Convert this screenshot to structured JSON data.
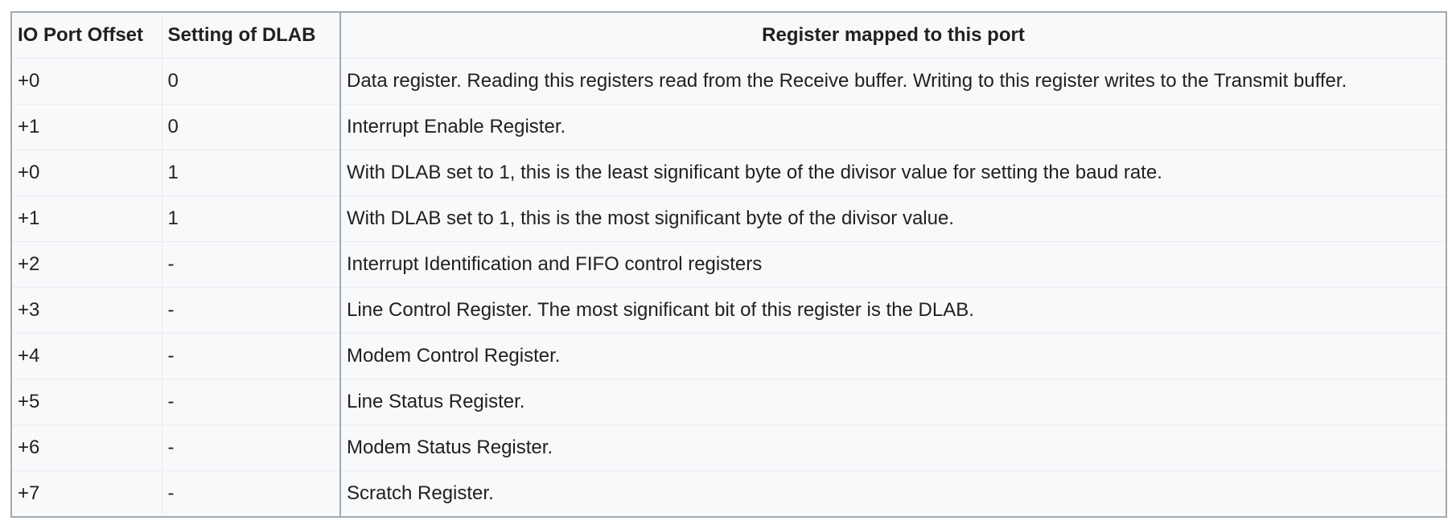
{
  "table": {
    "headers": {
      "offset": "IO Port Offset",
      "dlab": "Setting of DLAB",
      "register": "Register mapped to this port"
    },
    "rows": [
      {
        "offset": "+0",
        "dlab": "0",
        "register": "Data register. Reading this registers read from the Receive buffer. Writing to this register writes to the Transmit buffer."
      },
      {
        "offset": "+1",
        "dlab": "0",
        "register": "Interrupt Enable Register."
      },
      {
        "offset": "+0",
        "dlab": "1",
        "register": "With DLAB set to 1, this is the least significant byte of the divisor value for setting the baud rate."
      },
      {
        "offset": "+1",
        "dlab": "1",
        "register": "With DLAB set to 1, this is the most significant byte of the divisor value."
      },
      {
        "offset": "+2",
        "dlab": "-",
        "register": "Interrupt Identification and FIFO control registers"
      },
      {
        "offset": "+3",
        "dlab": "-",
        "register": "Line Control Register. The most significant bit of this register is the DLAB."
      },
      {
        "offset": "+4",
        "dlab": "-",
        "register": "Modem Control Register."
      },
      {
        "offset": "+5",
        "dlab": "-",
        "register": "Line Status Register."
      },
      {
        "offset": "+6",
        "dlab": "-",
        "register": "Modem Status Register."
      },
      {
        "offset": "+7",
        "dlab": "-",
        "register": "Scratch Register."
      }
    ]
  },
  "colors": {
    "table_background": "#f8f9fa",
    "outer_border": "#a2a9b1",
    "cell_border": "#eaecf0",
    "text": "#202122"
  }
}
